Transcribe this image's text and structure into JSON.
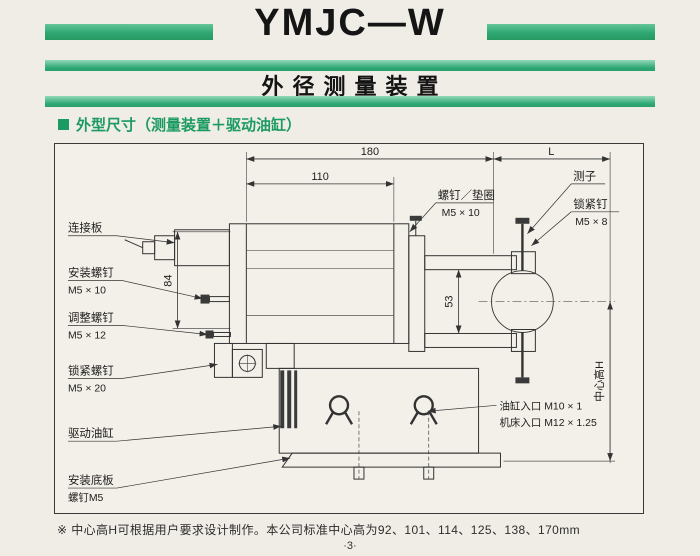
{
  "page": {
    "title": "YMJC—W",
    "subtitle": "外径测量装置",
    "section_heading": "外型尺寸（测量装置＋驱动油缸）",
    "footnote": "※ 中心高H可根据用户要求设计制作。本公司标准中心高为92、101、114、125、138、170mm",
    "page_number": "·3·"
  },
  "diagram": {
    "dimensions": {
      "width_total": "180",
      "width_inner": "110",
      "width_right": "L",
      "height_body": "84",
      "gap_contacts": "53",
      "center_height": "中心高H"
    },
    "callouts_left": {
      "connect_plate": "连接板",
      "mount_screw": "安装螺钉",
      "mount_screw_size": "M5 × 10",
      "adjust_screw": "调整螺钉",
      "adjust_screw_size": "M5 × 12",
      "lock_screw": "锁紧螺钉",
      "lock_screw_size": "M5 × 20",
      "drive_cylinder": "驱动油缸",
      "base_plate": "安装底板",
      "base_plate_screw": "螺钉M5"
    },
    "callouts_right": {
      "screw_washer": "螺钉／垫圈",
      "screw_washer_size": "M5 × 10",
      "probe": "测子",
      "lock_pin": "锁紧钉",
      "lock_pin_size": "M5 × 8",
      "cylinder_inlet": "油缸入口  M10 × 1",
      "machine_inlet": "机床入口 M12 × 1.25"
    }
  },
  "colors": {
    "accent_green": "#2fa874",
    "page_background": "#f0ede6",
    "drawing_line": "#333333"
  }
}
